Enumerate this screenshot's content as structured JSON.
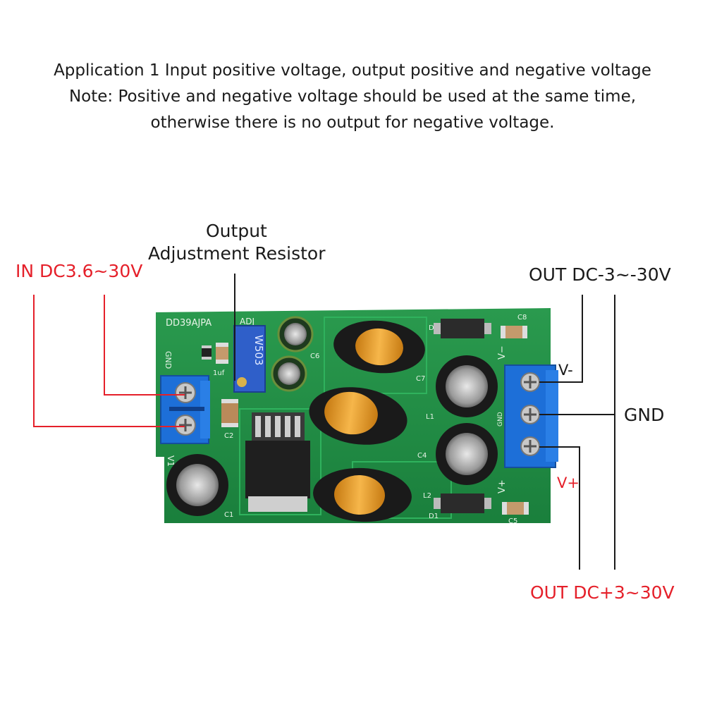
{
  "header": {
    "line1": "Application 1 Input positive voltage, output positive and negative voltage",
    "line2": "Note: Positive and negative voltage should be used at the same time,",
    "line3": "otherwise there is no output for negative voltage."
  },
  "labels": {
    "adjust_line1": "Output",
    "adjust_line2": "Adjustment Resistor",
    "input": "IN DC3.6~30V",
    "out_negative": "OUT DC-3~-30V",
    "out_positive": "OUT DC+3~30V",
    "gnd": "GND",
    "v_minus": "V-",
    "v_plus": "V+"
  },
  "board": {
    "model": "DD39AJPA",
    "adj": "ADJ",
    "pot_marking": "W503",
    "cap_1uf": "1uf",
    "silk_gnd": "GND",
    "silk_vin": "V1",
    "silk_vminus": "V−",
    "silk_vplus": "V+",
    "silk_gnd_right": "GND",
    "components": [
      "C1",
      "C2",
      "C4",
      "C5",
      "C6",
      "C7",
      "C8",
      "D1",
      "D2",
      "L1",
      "L2"
    ]
  },
  "colors": {
    "pcb": "#1f8f45",
    "terminal": "#1d6fd8",
    "red_label": "#e5202a",
    "inductor_wire": "#f0a32a"
  }
}
